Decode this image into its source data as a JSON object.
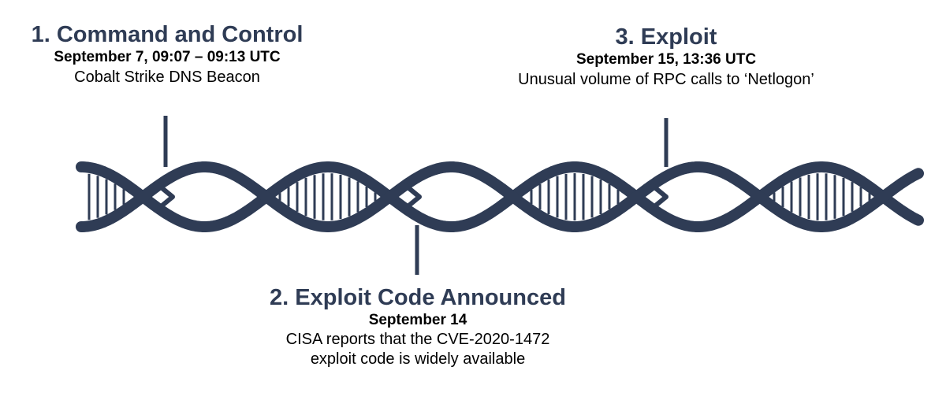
{
  "colors": {
    "accent": "#2f3c55",
    "text": "#000000",
    "background": "#ffffff"
  },
  "diagram": {
    "type": "dna-timeline",
    "events": [
      {
        "number": 1,
        "title": "1. Command and Control",
        "date": "September 7, 09:07 – 09:13 UTC",
        "description": [
          "Cobalt Strike DNS Beacon"
        ]
      },
      {
        "number": 2,
        "title": "2. Exploit Code Announced",
        "date": "September 14",
        "description": [
          "CISA reports that the CVE-2020-1472",
          "exploit code is widely available"
        ]
      },
      {
        "number": 3,
        "title": "3. Exploit",
        "date": "September 15, 13:36 UTC",
        "description": [
          "Unusual volume of RPC calls to ‘Netlogon’"
        ]
      }
    ],
    "helix_markers": [
      "chevron-right-icon",
      "chevron-right-icon",
      "chevron-right-icon"
    ]
  }
}
